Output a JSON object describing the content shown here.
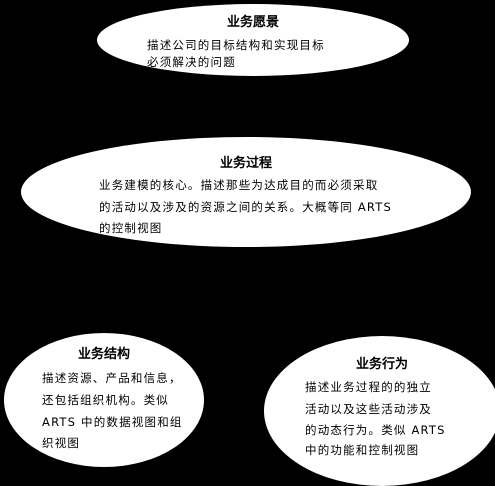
{
  "nodes": {
    "vision": {
      "title": "业务愿景",
      "lines": [
        "描述公司的目标结构和实现目标",
        "必须解决的问题"
      ]
    },
    "process": {
      "title": "业务过程",
      "lines": [
        "业务建模的核心。描述那些为达成目的而必须采取",
        "的活动以及涉及的资源之间的关系。大概等同 ARTS",
        "的控制视图"
      ]
    },
    "structure": {
      "title": "业务结构",
      "lines": [
        "描述资源、产品和信息，",
        "还包括组织机构。类似",
        "ARTS 中的数据视图和组",
        "织视图"
      ]
    },
    "behavior": {
      "title": "业务行为",
      "lines": [
        "描述业务过程的的独立",
        "活动以及这些活动涉及",
        "的动态行为。类似 ARTS",
        "中的功能和控制视图"
      ]
    }
  }
}
